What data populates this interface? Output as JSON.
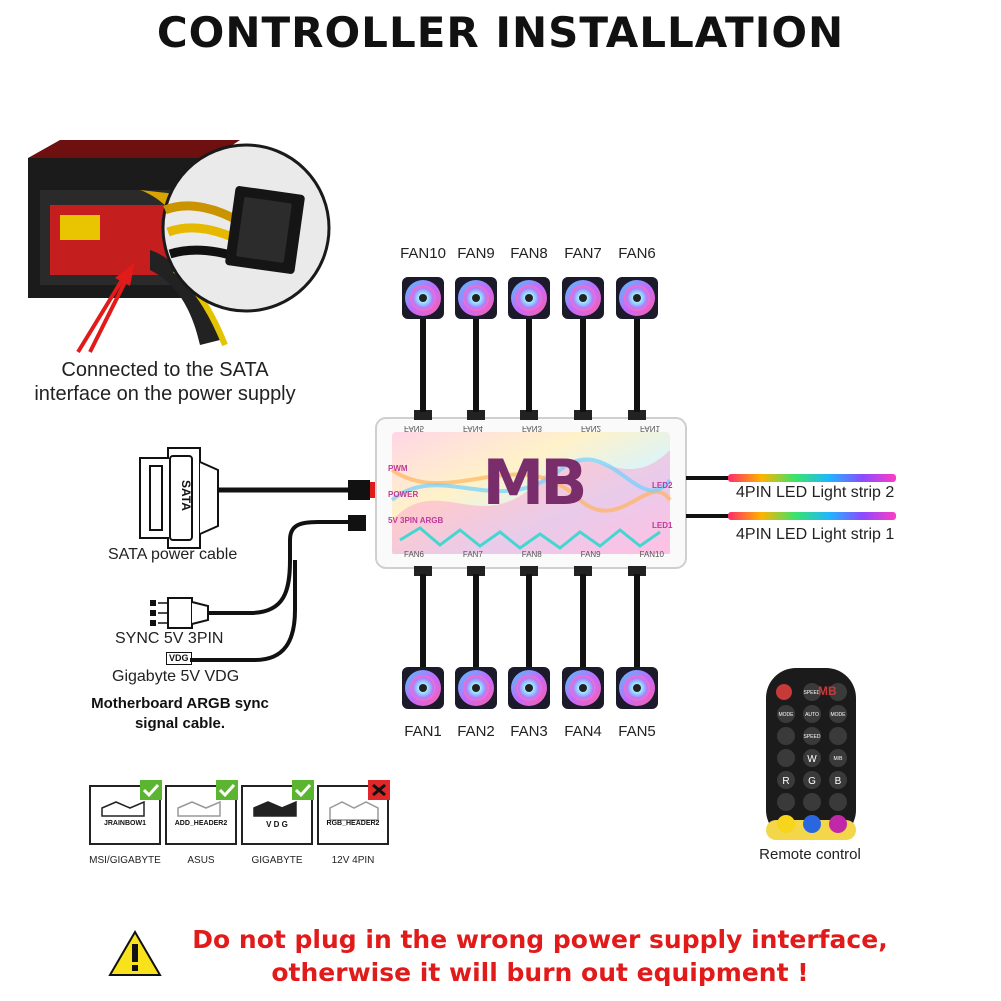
{
  "title": "CONTROLLER INSTALLATION",
  "psu": {
    "caption_line1": "Connected to the SATA",
    "caption_line2": "interface on the power supply"
  },
  "sata": {
    "connector_text": "SATA",
    "caption": "SATA power cable"
  },
  "sync": {
    "sync_label": "SYNC 5V 3PIN",
    "vdg_tag": "VDG",
    "gigabyte_label": "Gigabyte 5V VDG",
    "caption_line1": "Motherboard ARGB sync",
    "caption_line2": "signal cable."
  },
  "fans_top": [
    "FAN10",
    "FAN9",
    "FAN8",
    "FAN7",
    "FAN6"
  ],
  "fans_bottom": [
    "FAN1",
    "FAN2",
    "FAN3",
    "FAN4",
    "FAN5"
  ],
  "controller": {
    "logo": "MB",
    "top_port_labels": [
      "FAN5",
      "FAN4",
      "FAN3",
      "FAN2",
      "FAN1"
    ],
    "bottom_port_labels": [
      "FAN6",
      "FAN7",
      "FAN8",
      "FAN9",
      "FAN10"
    ],
    "left_labels": [
      "PWM",
      "POWER",
      "5V 3PIN ARGB"
    ],
    "right_labels": [
      "LED2",
      "LED1"
    ]
  },
  "led_strips": [
    "4PIN LED Light strip 2",
    "4PIN LED Light strip 1"
  ],
  "headers": [
    {
      "label": "MSI/GIGABYTE",
      "pin_text": "JRAINBOW1",
      "ok": true
    },
    {
      "label": "ASUS",
      "pin_text": "ADD_HEADER2",
      "ok": true
    },
    {
      "label": "GIGABYTE",
      "pin_text": "V D G",
      "ok": true
    },
    {
      "label": "12V 4PIN",
      "pin_text": "RGB_HEADER2",
      "ok": false
    }
  ],
  "remote": {
    "caption": "Remote control",
    "logo": "MB",
    "buttons": [
      "",
      "SPEED",
      "",
      "MODE",
      "AUTO",
      "MODE",
      "",
      "SPEED",
      "",
      "",
      "W",
      "M/B",
      "R",
      "G",
      "B",
      "",
      "",
      "",
      "",
      "",
      ""
    ]
  },
  "warning": {
    "line1": "Do not plug in the wrong power supply interface,",
    "line2": "otherwise it will burn out equipment !"
  },
  "colors": {
    "warning_red": "#e11a1a",
    "check_green": "#5cb531",
    "cross_red": "#e0282a",
    "warn_yellow": "#f7e21b"
  }
}
